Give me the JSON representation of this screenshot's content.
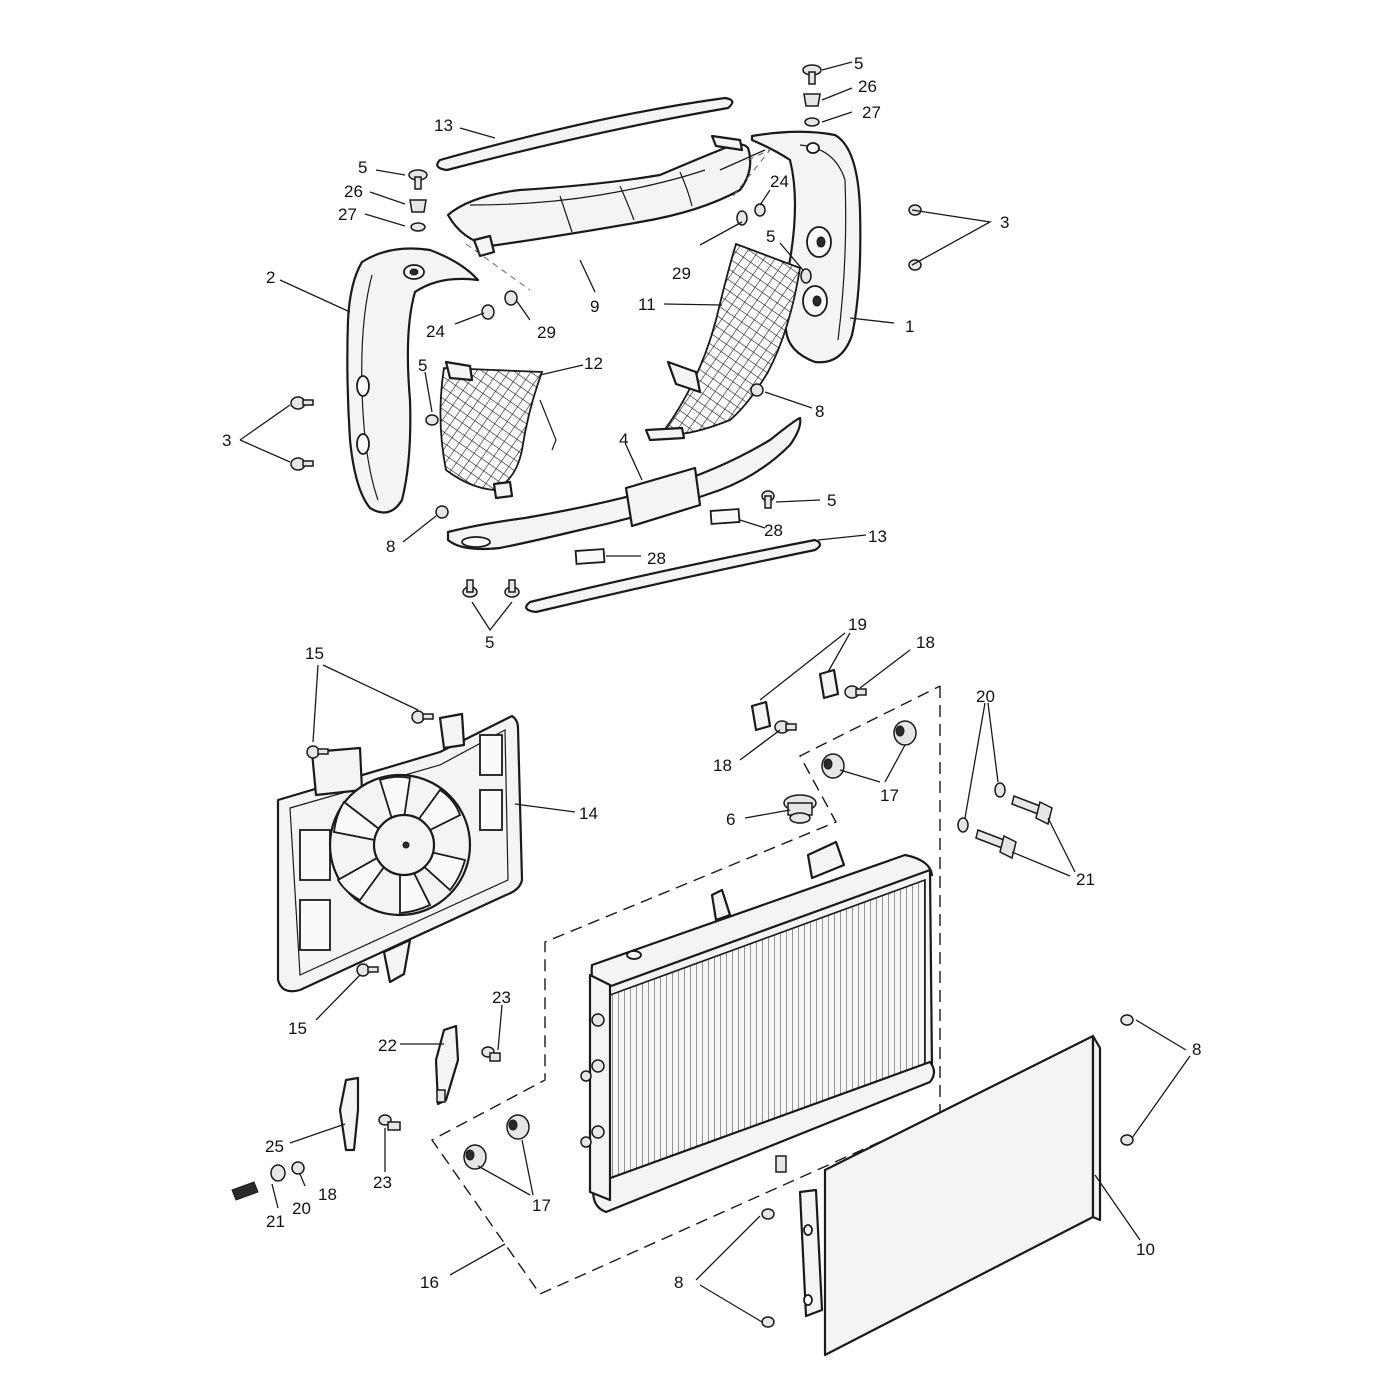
{
  "callouts": {
    "c1": "1",
    "c2": "2",
    "c3": "3",
    "c4": "4",
    "c5": "5",
    "c6": "6",
    "c8": "8",
    "c9": "9",
    "c10": "10",
    "c11": "11",
    "c12": "12",
    "c13": "13",
    "c14": "14",
    "c15": "15",
    "c16": "16",
    "c17": "17",
    "c18": "18",
    "c19": "19",
    "c20": "20",
    "c21": "21",
    "c22": "22",
    "c23": "23",
    "c24": "24",
    "c25": "25",
    "c26": "26",
    "c27": "27",
    "c28": "28",
    "c29": "29"
  }
}
